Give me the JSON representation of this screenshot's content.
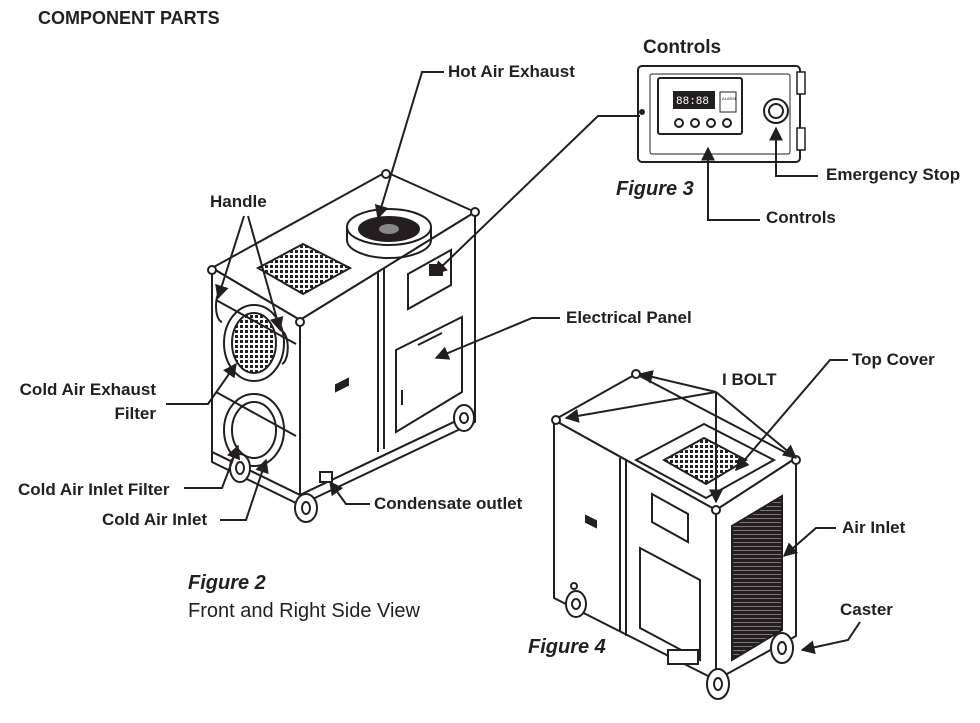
{
  "heading": "COMPONENT PARTS",
  "labels": {
    "hot_air_exhaust": "Hot Air Exhaust",
    "handle": "Handle",
    "cold_air_exhaust_1": "Cold Air Exhaust",
    "cold_air_exhaust_2": "Filter",
    "cold_air_inlet_filter": "Cold Air Inlet Filter",
    "cold_air_inlet": "Cold Air Inlet",
    "condensate_outlet": "Condensate outlet",
    "electrical_panel": "Electrical Panel",
    "controls_title": "Controls",
    "emergency_stop": "Emergency Stop",
    "controls": "Controls",
    "i_bolt": "I BOLT",
    "top_cover": "Top Cover",
    "air_inlet": "Air Inlet",
    "caster": "Caster"
  },
  "figures": {
    "fig2_title": "Figure 2",
    "fig2_caption": "Front and Right Side View",
    "fig3_title": "Figure 3",
    "fig4_title": "Figure 4"
  },
  "display": {
    "readout": "88:88",
    "indicator": "ALARM"
  }
}
